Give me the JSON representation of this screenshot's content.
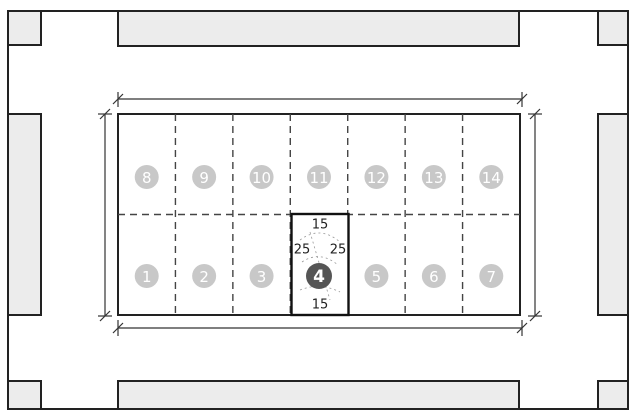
{
  "spaces": [
    {
      "label": "1",
      "row": "bottom",
      "col": 0
    },
    {
      "label": "2",
      "row": "bottom",
      "col": 1
    },
    {
      "label": "3",
      "row": "bottom",
      "col": 2
    },
    {
      "label": "4",
      "row": "bottom",
      "col": 3,
      "highlight": true
    },
    {
      "label": "5",
      "row": "bottom",
      "col": 4
    },
    {
      "label": "6",
      "row": "bottom",
      "col": 5
    },
    {
      "label": "7",
      "row": "bottom",
      "col": 6
    },
    {
      "label": "8",
      "row": "top",
      "col": 0
    },
    {
      "label": "9",
      "row": "top",
      "col": 1
    },
    {
      "label": "10",
      "row": "top",
      "col": 2
    },
    {
      "label": "11",
      "row": "top",
      "col": 3
    },
    {
      "label": "12",
      "row": "top",
      "col": 4
    },
    {
      "label": "13",
      "row": "top",
      "col": 5
    },
    {
      "label": "14",
      "row": "top",
      "col": 6
    }
  ],
  "highlighted_space": {
    "label": "4",
    "top_value": "15",
    "bottom_value": "15",
    "left_value": "25",
    "right_value": "25"
  },
  "colors": {
    "wall_fill": "#ececec",
    "circle_fill": "#c8c8c8",
    "highlight_circle_fill": "#555555",
    "line": "#222222"
  }
}
